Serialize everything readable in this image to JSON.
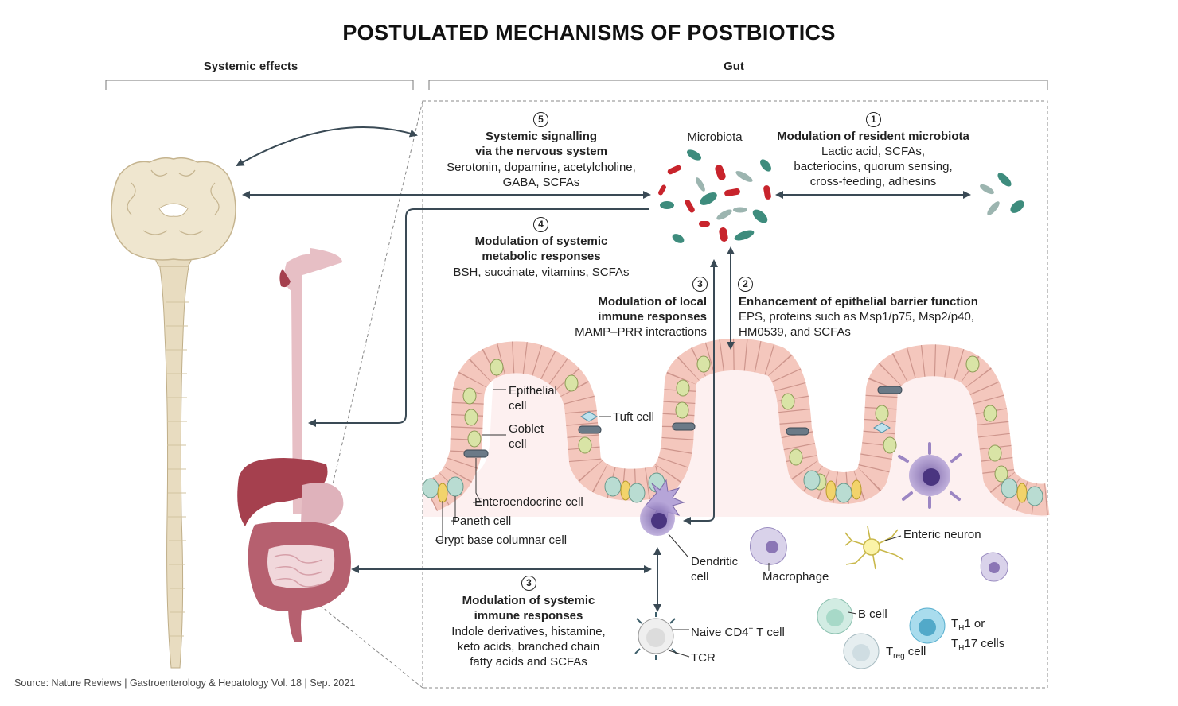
{
  "title": "POSTULATED MECHANISMS OF POSTBIOTICS",
  "sections": {
    "systemic": "Systemic effects",
    "gut": "Gut"
  },
  "microbiota_label": "Microbiota",
  "mechanisms": {
    "m1": {
      "number": "1",
      "title": "Modulation of resident microbiota",
      "lines": [
        "Lactic acid, SCFAs,",
        "bacteriocins, quorum sensing,",
        "cross-feeding, adhesins"
      ]
    },
    "m2": {
      "number": "2",
      "title": "Enhancement of epithelial barrier function",
      "lines": [
        "EPS, proteins such as Msp1/p75, Msp2/p40,",
        "HM0539, and SCFAs"
      ]
    },
    "m3_local": {
      "number": "3",
      "title_lines": [
        "Modulation of local",
        "immune responses"
      ],
      "lines": [
        "MAMP–PRR interactions"
      ]
    },
    "m3_systemic": {
      "number": "3",
      "title_lines": [
        "Modulation of systemic",
        "immune responses"
      ],
      "lines": [
        "Indole derivatives, histamine,",
        "keto acids, branched chain",
        "fatty acids and SCFAs"
      ]
    },
    "m4": {
      "number": "4",
      "title_lines": [
        "Modulation of systemic",
        "metabolic responses"
      ],
      "lines": [
        "BSH, succinate, vitamins, SCFAs"
      ]
    },
    "m5": {
      "number": "5",
      "title_lines": [
        "Systemic signalling",
        "via the nervous system"
      ],
      "lines": [
        "Serotonin, dopamine, acetylcholine,",
        "GABA, SCFAs"
      ]
    }
  },
  "cell_labels": {
    "epithelial": [
      "Epithelial",
      "cell"
    ],
    "goblet": [
      "Goblet",
      "cell"
    ],
    "tuft": "Tuft cell",
    "enteroendocrine": "Enteroendocrine cell",
    "paneth": "Paneth cell",
    "crypt": "Crypt base columnar cell",
    "dendritic": [
      "Dendritic",
      "cell"
    ],
    "macrophage": "Macrophage",
    "enteric_neuron": "Enteric neuron",
    "b_cell": "B cell",
    "naive_t": {
      "main": "Naive CD4",
      "sup": "+",
      "rest": " T cell"
    },
    "tcr": "TCR",
    "th": {
      "pre": "T",
      "sub": "H",
      "mid": "1 or",
      "pre2": "T",
      "sub2": "H",
      "end": "17 cells"
    },
    "treg": {
      "pre": "T",
      "sub": "reg",
      "end": " cell"
    }
  },
  "source": "Source:  Nature Reviews | Gastroenterology & Hepatology Vol. 18 | Sep. 2021",
  "colors": {
    "arrow": "#3a4a55",
    "epithelium": "#f4c7bd",
    "goblet": "#d9e4a6",
    "paneth": "#f2d36b",
    "crypt": "#b9dcd2",
    "microbe_red": "#c8242c",
    "microbe_teal": "#3e8c7d",
    "dendritic": "#9c86c3",
    "brain": "#efe6cf",
    "gut_organs": "#b6606f"
  }
}
